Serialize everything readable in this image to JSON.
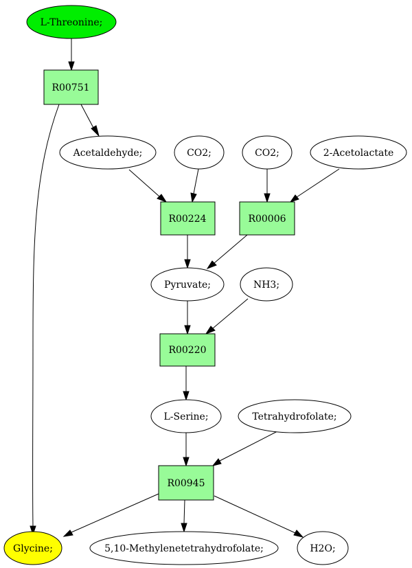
{
  "colors": {
    "start": "#00ee00",
    "end": "#ffff00",
    "reaction": "#98fb98",
    "compound": "#ffffff"
  },
  "compounds": {
    "threonine": "L-Threonine;",
    "acetaldehyde": "Acetaldehyde;",
    "co2_a": "CO2;",
    "co2_b": "CO2;",
    "acetolactate": "2-Acetolactate",
    "pyruvate": "Pyruvate;",
    "nh3": "NH3;",
    "serine": "L-Serine;",
    "thf": "Tetrahydrofolate;",
    "glycine": "Glycine;",
    "methylene_thf": "5,10-Methylenetetrahydrofolate;",
    "h2o": "H2O;"
  },
  "reactions": {
    "r00751": "R00751",
    "r00224": "R00224",
    "r00006": "R00006",
    "r00220": "R00220",
    "r00945": "R00945"
  }
}
